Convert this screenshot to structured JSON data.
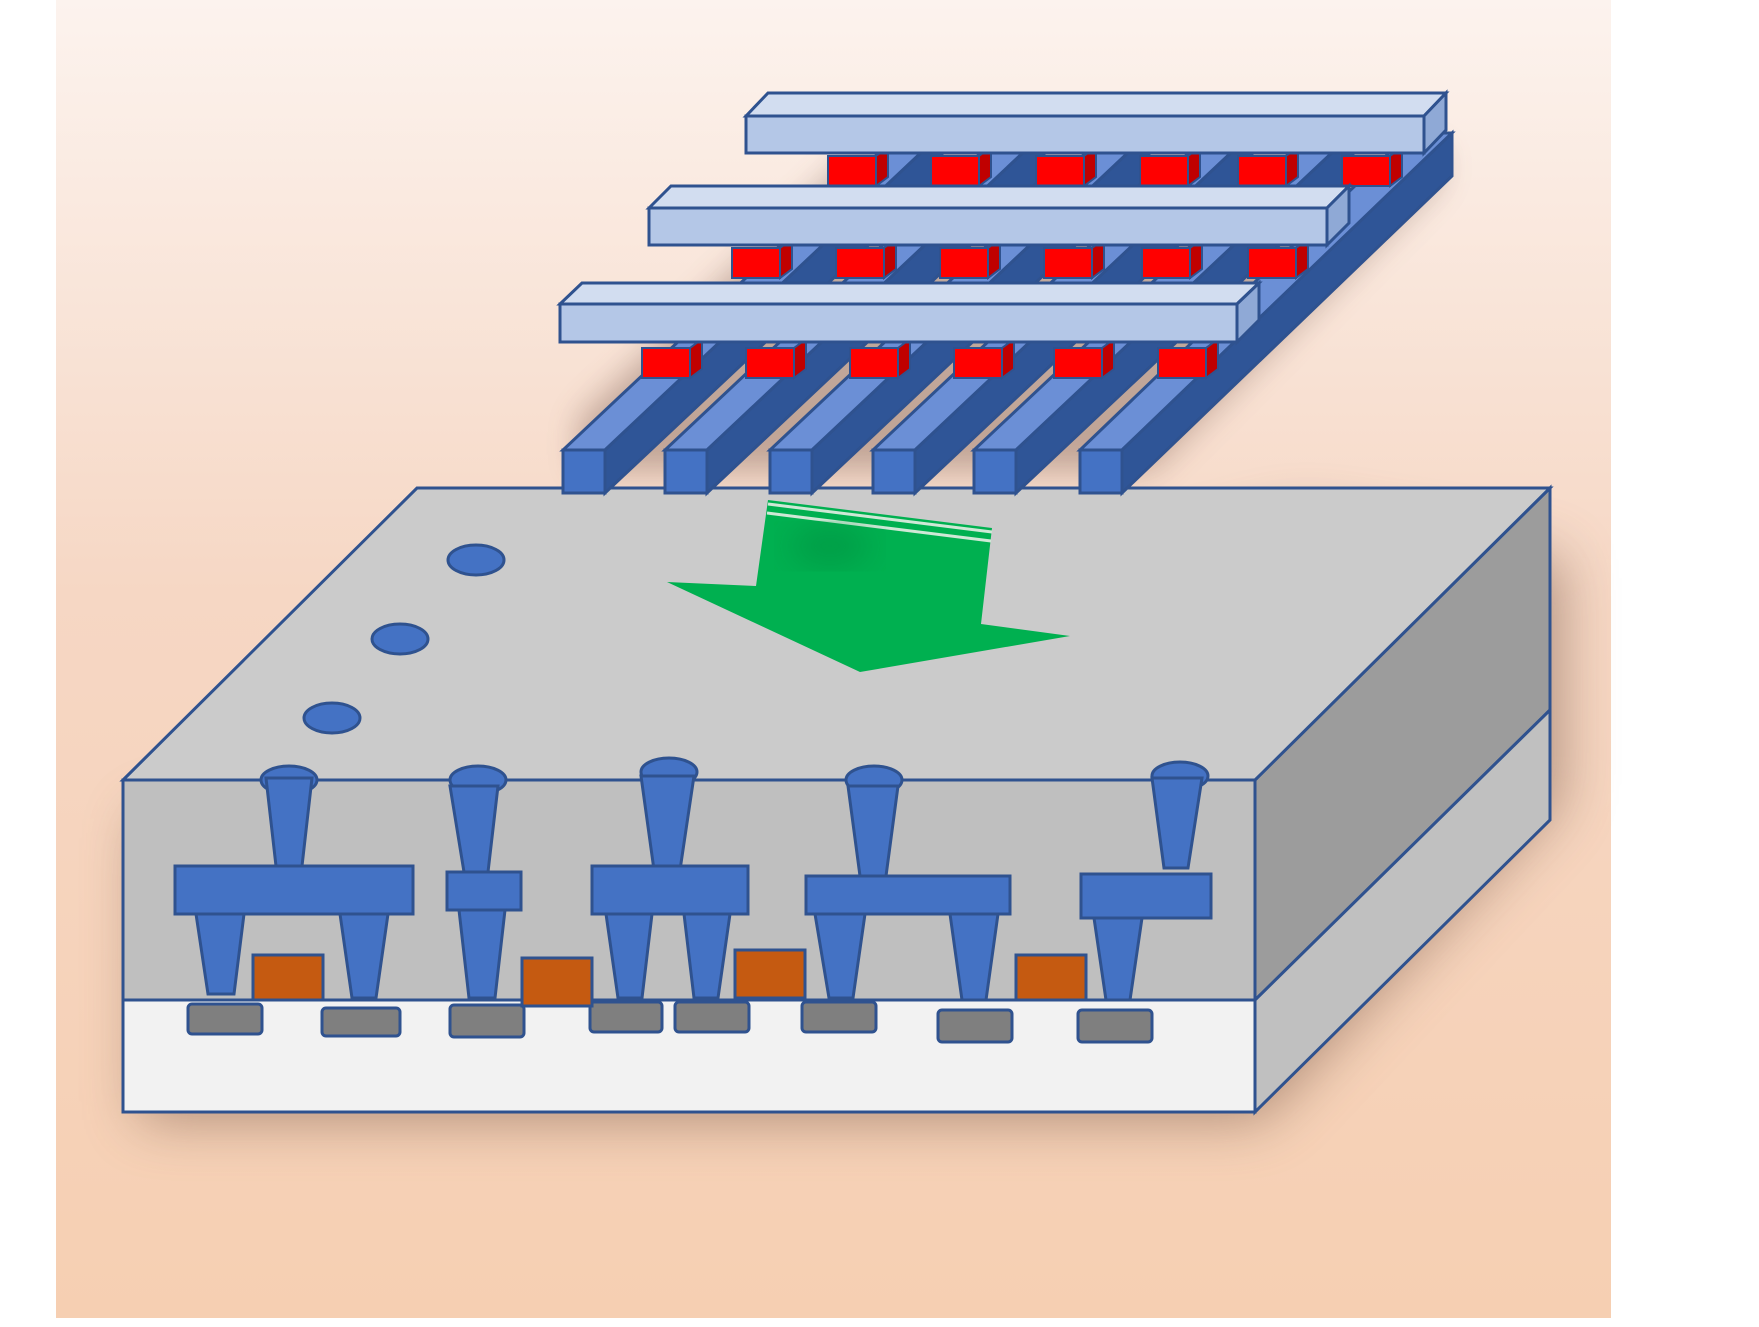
{
  "diagram": {
    "subject": "",
    "crossbar_rows": 3,
    "cells_per_row": 6,
    "bottom_electrode_count": 6,
    "surface_via_count": 3,
    "interconnect_stack_count": 5,
    "arrow_direction": "down-into-chip"
  },
  "colors": {
    "background_top": "#fcf3ee",
    "background_bottom": "#f6cfb2",
    "top_electrode_fill": "#b4c7e7",
    "top_electrode_side": "#8fa9d6",
    "electrode_stroke": "#2f528f",
    "bottom_electrode_front": "#4472c4",
    "bottom_electrode_top": "#6b8fd6",
    "bottom_electrode_side": "#2f5597",
    "memory_cell": "#ff0000",
    "memory_cell_side": "#c00000",
    "chip_top": "#cbcbcb",
    "chip_front_upper": "#bfbfbf",
    "chip_side_upper": "#9c9c9c",
    "substrate_front": "#f2f2f2",
    "substrate_side": "#c0c0c0",
    "interconnect": "#4472c4",
    "gate": "#c55a11",
    "contact": "#7f7f7f",
    "arrow": "#00b050"
  }
}
